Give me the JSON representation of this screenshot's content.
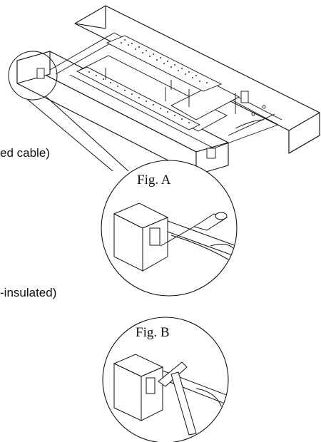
{
  "labels": {
    "cable_text": "ed cable)",
    "insulated_text": "-insulated)",
    "fig_a": "Fig. A",
    "fig_b": "Fig. B",
    "bottom_text": "..."
  }
}
